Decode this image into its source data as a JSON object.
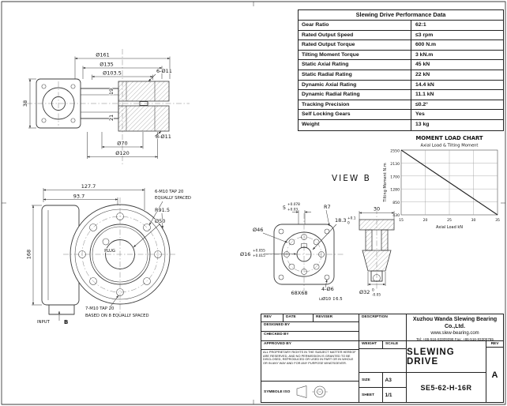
{
  "performance_table": {
    "title": "Slewing Drive Performance Data",
    "rows": [
      {
        "label": "Gear Ratio",
        "value": "62:1"
      },
      {
        "label": "Rated Output Speed",
        "value": "≤3 rpm"
      },
      {
        "label": "Rated Output Torque",
        "value": "600 N.m"
      },
      {
        "label": "Tilting Moment Torque",
        "value": "3 kN.m"
      },
      {
        "label": "Static Axial Rating",
        "value": "45 kN"
      },
      {
        "label": "Static Radial Rating",
        "value": "22 kN"
      },
      {
        "label": "Dynamic Axial Rating",
        "value": "14.4 kN"
      },
      {
        "label": "Dynamic Radial Rating",
        "value": "11.1 kN"
      },
      {
        "label": "Tracking  Precision",
        "value": "≤0.2°"
      },
      {
        "label": "Self Locking Gears",
        "value": "Yes"
      },
      {
        "label": "Weight",
        "value": "13 kg"
      }
    ]
  },
  "chart_data": {
    "type": "line",
    "title": "MOMENT LOAD CHART",
    "subtitle": "Axial Load & Tilting Moment",
    "xlabel": "Axial Load  kN",
    "ylabel": "Tilting Moment  N.m",
    "x_ticks": [
      "15",
      "20",
      "25",
      "30",
      "35"
    ],
    "y_ticks": [
      "2550",
      "2130",
      "1700",
      "1280",
      "850",
      "430"
    ],
    "x": [
      15,
      20,
      25,
      30,
      35
    ],
    "y": [
      2550,
      2020,
      1490,
      960,
      430
    ],
    "xlim": [
      15,
      35
    ],
    "ylim": [
      430,
      2550
    ],
    "grid": true,
    "legend_position": "none"
  },
  "views": {
    "side": {
      "dims": {
        "d161": "Ø161",
        "d135": "Ø135",
        "d103_5": "Ø103.5",
        "holes6": "6-Ø11",
        "h38": "38",
        "h19": "19",
        "h21": "21",
        "d70": "Ø70",
        "d120": "Ø120",
        "holes8": "8-Ø11"
      }
    },
    "front": {
      "dims": {
        "w127_7": "127.7",
        "w93_7": "93.7",
        "tap6a": "6-M10 TAP 20",
        "tap6b": "EQUALLY SPACED",
        "r91_5": "R91.5",
        "d50": "Ø50",
        "plug": "PLUG",
        "h168": "168",
        "tap7a": "7-M10 TAP 20",
        "tap7b": "BASED ON 8 EQUALLY SPACED",
        "input": "INPUT",
        "b": "B"
      }
    },
    "view_b": {
      "label": "VIEW B",
      "dims": {
        "key": "5",
        "key_tu": "+0.078",
        "key_td": "+0.03",
        "r7": "R7",
        "d183": "18.3",
        "d183_tu": "+0.1",
        "d183_td": "0",
        "d46": "Ø46",
        "d16": "Ø16",
        "d16_tu": "+0.055",
        "d16_td": "+0.015",
        "square": "68X68",
        "holes4": "4-Ø6",
        "cbore": "⊔Ø10 ↧6.5"
      }
    },
    "section": {
      "dims": {
        "w30": "30",
        "d32": "Ø32",
        "d32_tu": "0",
        "d32_td": "-0.05"
      }
    }
  },
  "title_block": {
    "rev_header": "REV",
    "date_header": "DATE",
    "reviser_header": "REVISER",
    "designed_by": "DESIGNED BY",
    "checked_by": "CHECKED BY",
    "approved_by": "APPROVED BY",
    "legal": "ALL PROPRIETARY RIGHTS IN THE SUBJECT MATTER HEREOF ARE RESERVED, AND NO PERMISSION IS GRANTED TO BE DISCLOSED, REPRODUCED OR USED IN PART OR IN WHOLE OR IN ANY WAY AND FOR ANY PURPOSE WHATSOEVER.",
    "symbole": "SYMBOLE ISO",
    "description_label": "DESCRIPTION",
    "company": "Xuzhou Wanda Slewing Bearing Co.,Ltd.",
    "website": "www.slew-bearing.com",
    "contact": "Tel: +86-516-83309398    Fax: +86-516-83305765",
    "weight_label": "WEIGHT",
    "scale_label": "SCALE",
    "drawing_title": "SLEWING DRIVE",
    "size_label": "SIZE",
    "size_value": "A3",
    "sheet_label": "SHEET",
    "sheet_value": "1/1",
    "part_number": "SE5-62-H-16R",
    "rev_label": "REV",
    "rev_value": "A"
  }
}
